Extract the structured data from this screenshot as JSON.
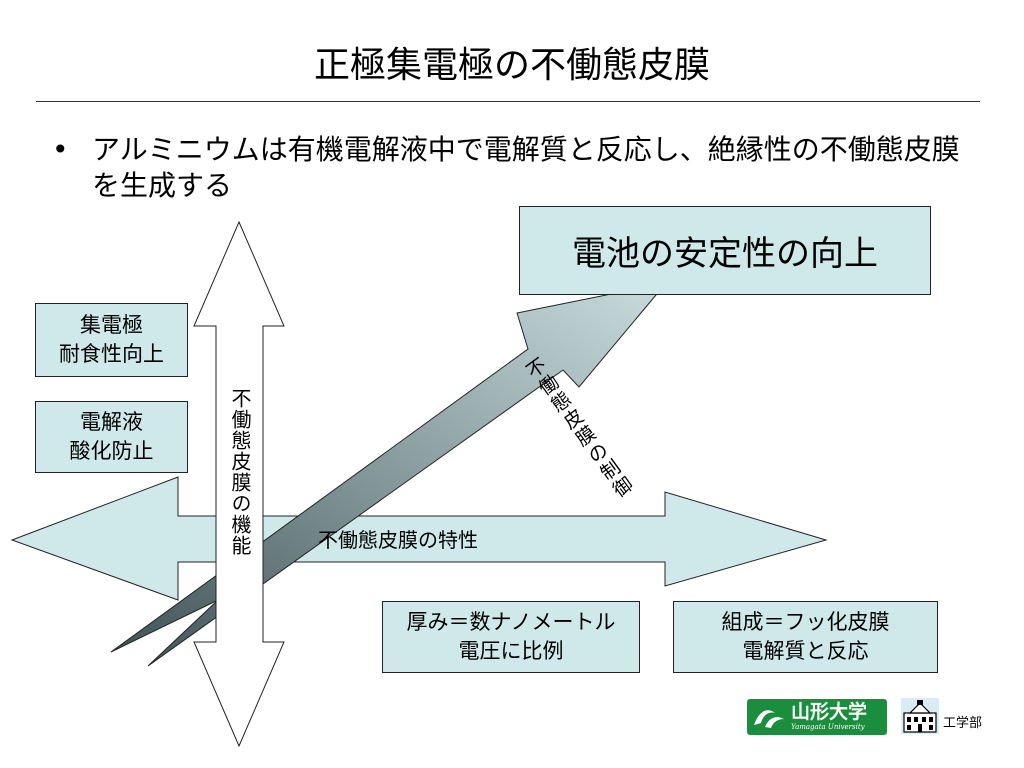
{
  "slide": {
    "title": "正極集電極の不働態皮膜",
    "bullet_marker": "•",
    "bullet": "アルミニウムは有機電解液中で電解質と反応し、絶縁性の不働態皮膜を生成する"
  },
  "diagram": {
    "goal_box": "電池の安定性の向上",
    "left_boxes": [
      "集電極\n耐食性向上",
      "電解液\n酸化防止"
    ],
    "bottom_boxes": [
      "厚み＝数ナノメートル\n電圧に比例",
      "組成＝フッ化皮膜\n電解質と反応"
    ],
    "vertical_arrow_label": "不働態皮膜の機能",
    "horizontal_arrow_label": "不働態皮膜の特性",
    "diagonal_arrow_label": "不働態皮膜の制御",
    "colors": {
      "box_fill": "#cfe9ea",
      "arrow_fill": "#cfe9ea",
      "diagonal_dark": "#3d5154"
    }
  },
  "footer": {
    "university_name": "山形大学",
    "university_sub": "Yamagata University",
    "department": "工学部",
    "logo_icon": "yamagata-university-logo",
    "building_icon": "engineering-building-icon"
  }
}
